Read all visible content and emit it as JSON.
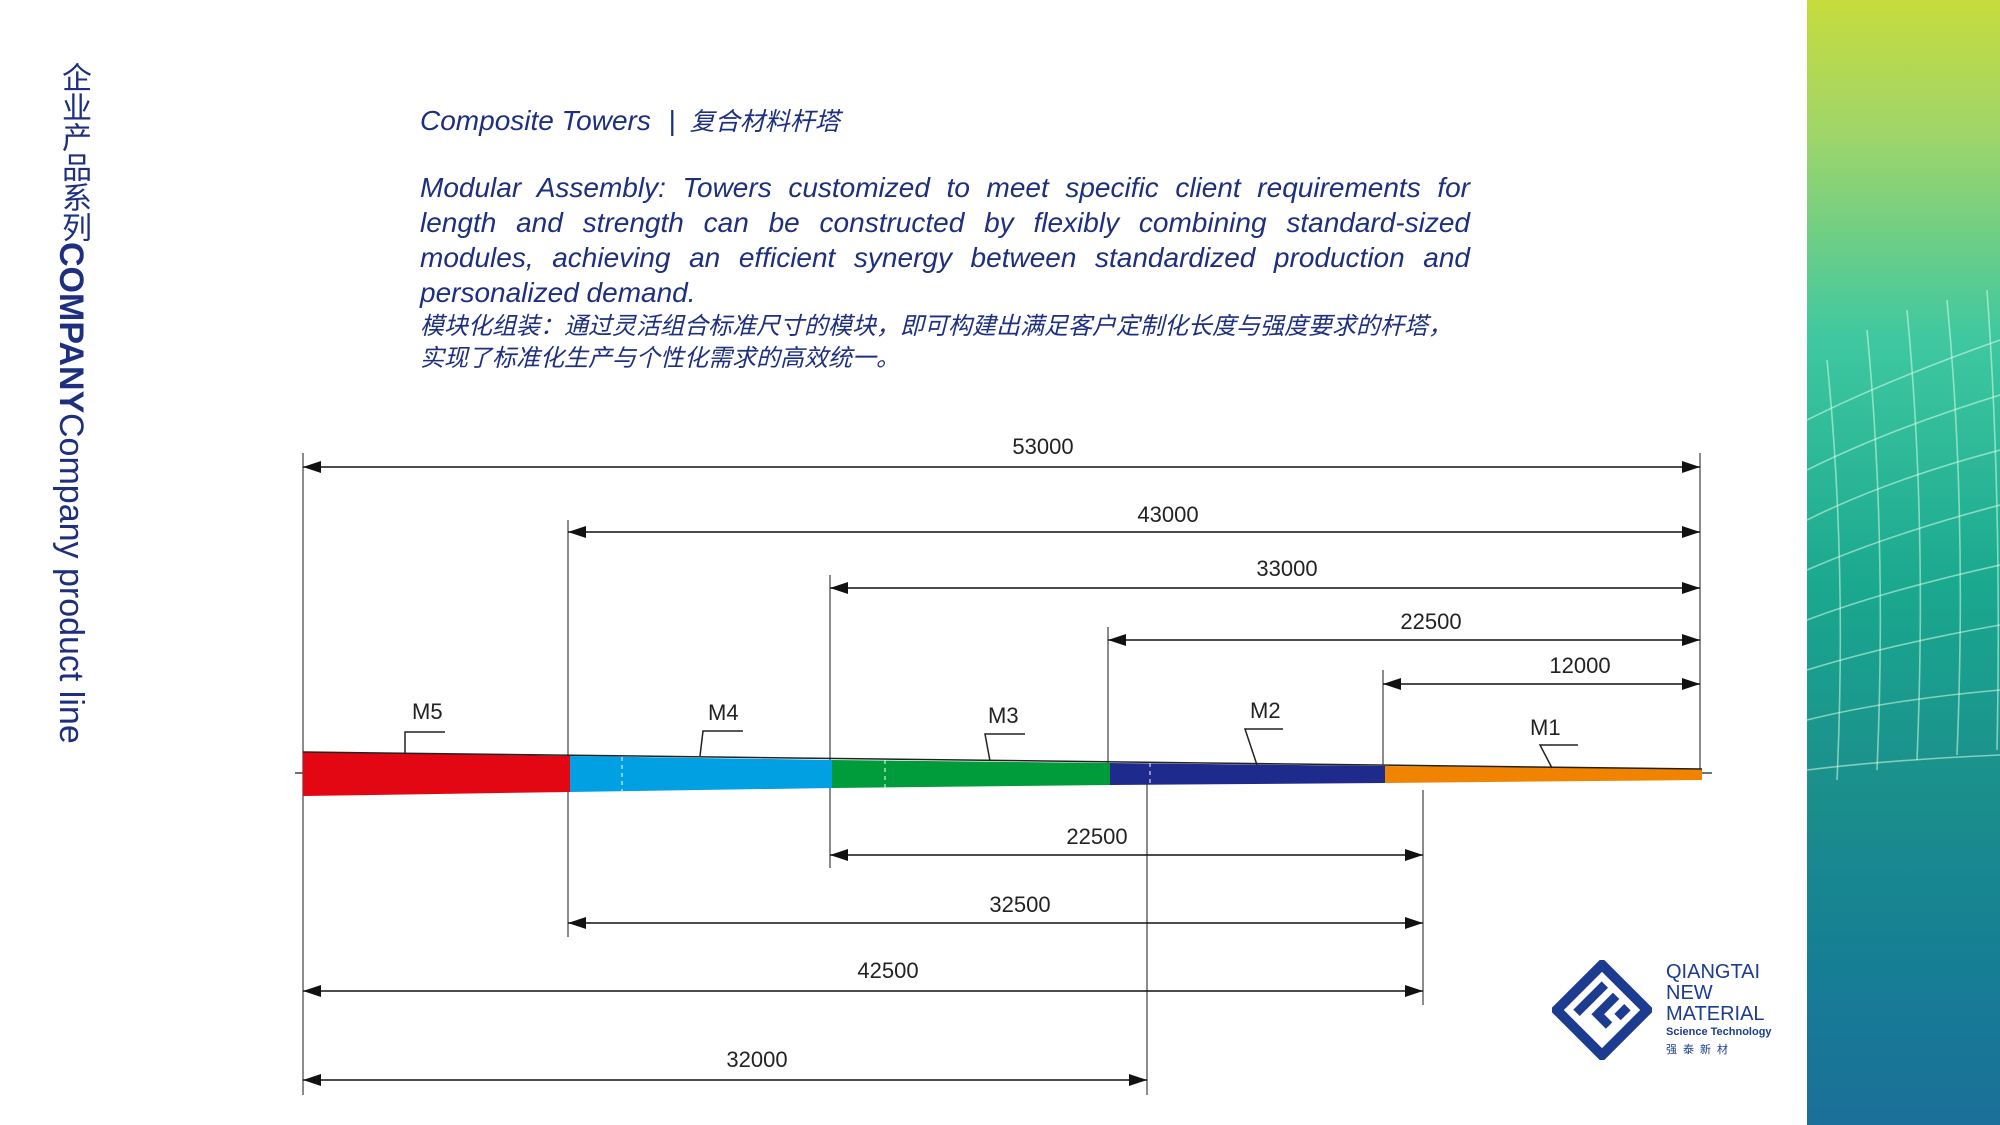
{
  "side_title": {
    "cn": "企业产品系列",
    "en_bold": "COMPANY",
    "en": "Company product line"
  },
  "heading": {
    "en": "Composite Towers",
    "separator": "|",
    "cn": "复合材料杆塔"
  },
  "description": {
    "en": "Modular Assembly: Towers customized to meet specific client requirements for length and strength can be constructed by flexibly combining standard-sized modules, achieving an efficient synergy between standardized production and personalized demand.",
    "cn": "模块化组装：通过灵活组合标准尺寸的模块，即可构建出满足客户定制化长度与强度要求的杆塔，实现了标准化生产与个性化需求的高效统一。"
  },
  "modules": [
    {
      "label": "M5",
      "color": "#e30613"
    },
    {
      "label": "M4",
      "color": "#00a0e3"
    },
    {
      "label": "M3",
      "color": "#009b3a"
    },
    {
      "label": "M2",
      "color": "#1e2a8c"
    },
    {
      "label": "M1",
      "color": "#f08300"
    }
  ],
  "top_dimensions": [
    "53000",
    "43000",
    "33000",
    "22500",
    "12000"
  ],
  "bottom_dimensions": [
    "22500",
    "32500",
    "42500",
    "32000"
  ],
  "logo": {
    "line1": "QIANGTAI",
    "line2": "NEW",
    "line3": "MATERIAL",
    "tagline": "Science Technology",
    "cn": "强泰新材"
  },
  "colors": {
    "brand": "#1d2f7e",
    "line": "#555555"
  }
}
